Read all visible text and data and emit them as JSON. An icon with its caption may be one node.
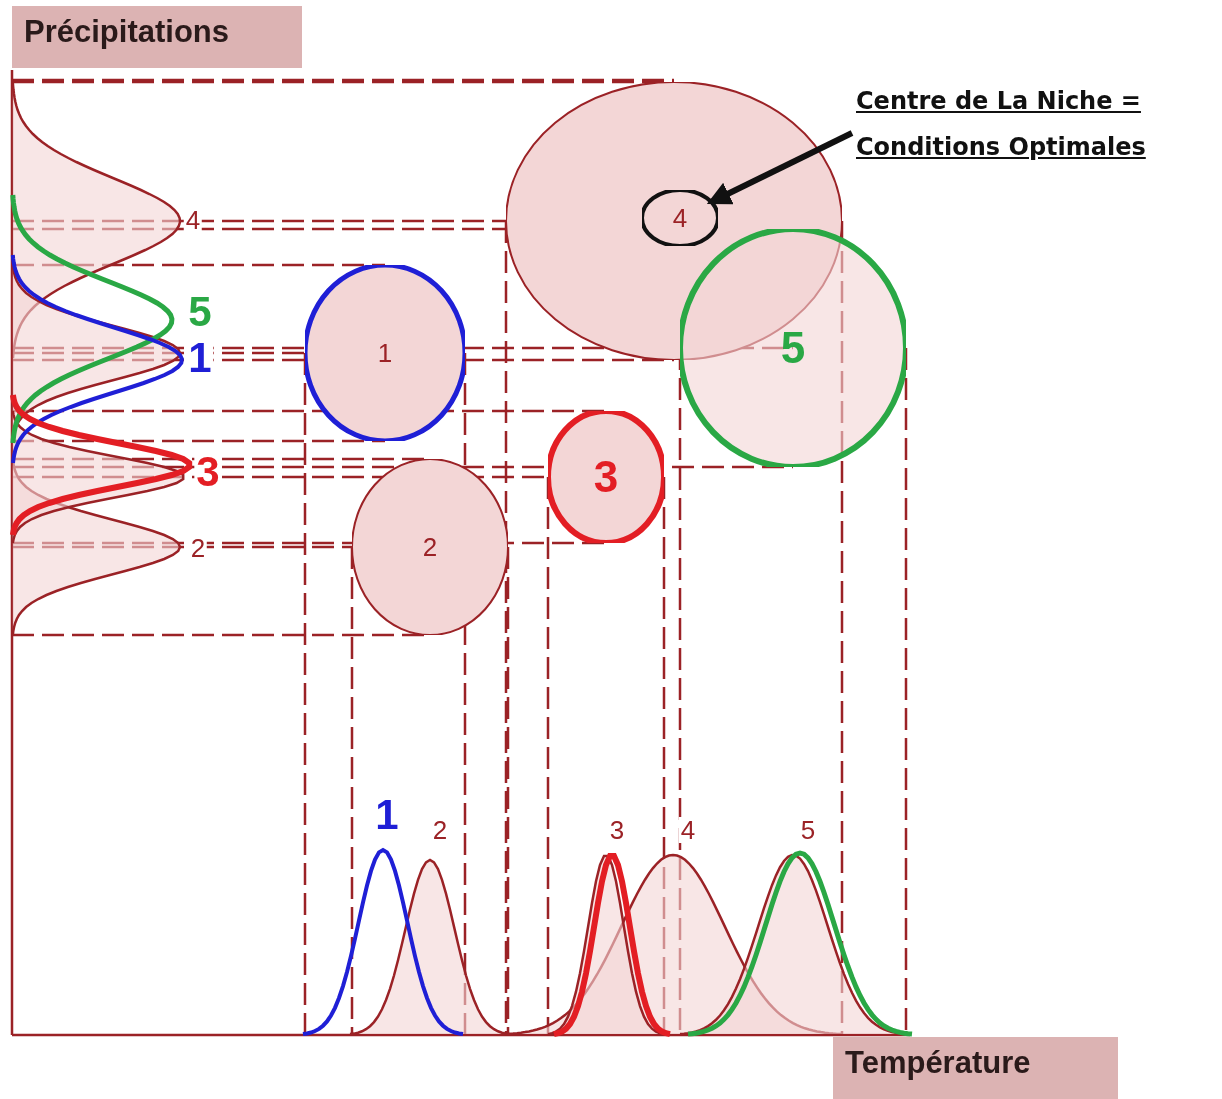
{
  "diagram": {
    "nodes": [
      {
        "text": [
          "1"
        ]
      },
      {
        "text": [
          "2"
        ]
      },
      {
        "text": [
          "3"
        ]
      },
      {
        "text": [],
        "shape": "circle"
      },
      {
        "text": [
          "4"
        ],
        "in": 3
      },
      {
        "text": [
          "5"
        ]
      },
      {
        "text": [
          "Centre de La Niche = Conditions Optimales"
        ]
      },
      {
        "text": [
          "Précipitations"
        ]
      },
      {
        "text": [
          "Température"
        ]
      }
    ],
    "edges": [
      {
        "from": 6,
        "to": 4,
        "arrow": "to"
      }
    ],
    "labels": [
      "4",
      "5",
      "1",
      "3",
      "2",
      "1",
      "2",
      "3",
      "4",
      "5"
    ]
  }
}
